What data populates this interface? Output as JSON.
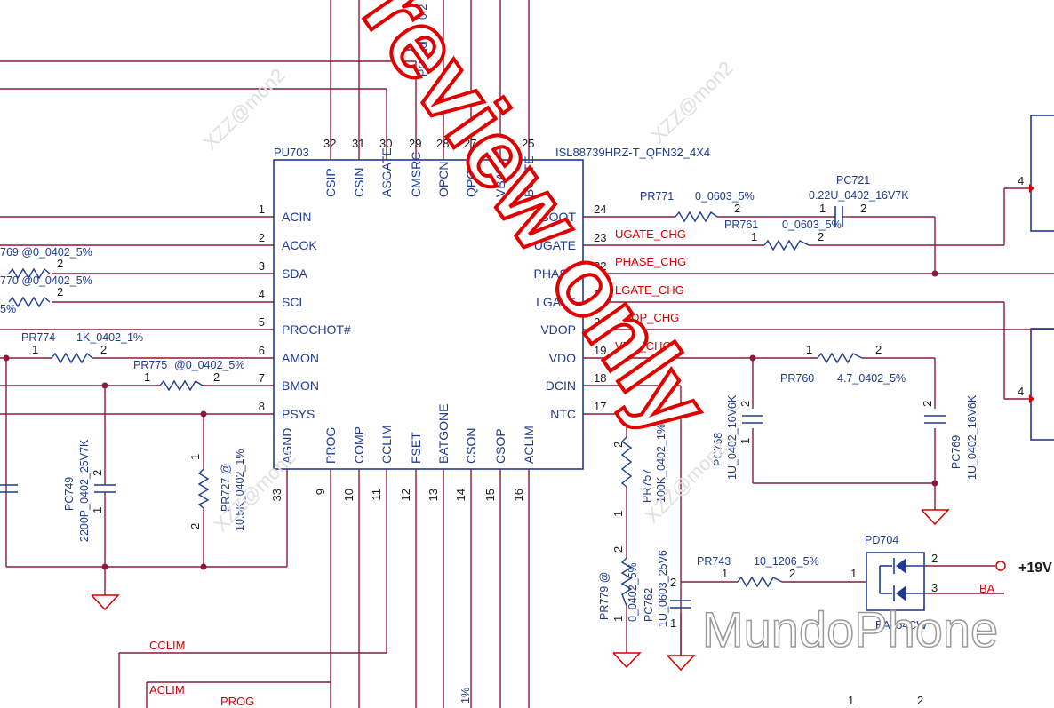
{
  "ic": {
    "ref": "PU703",
    "part": "ISL88739HRZ-T_QFN32_4X4",
    "top_pins": [
      {
        "num": "32",
        "name": "CSIP"
      },
      {
        "num": "31",
        "name": "CSIN"
      },
      {
        "num": "30",
        "name": "ASGATE"
      },
      {
        "num": "29",
        "name": "CMSRC"
      },
      {
        "num": "28",
        "name": "OPCN"
      },
      {
        "num": "27",
        "name": "QPCP"
      },
      {
        "num": "26",
        "name": "VBAT"
      },
      {
        "num": "25",
        "name": "BGATE"
      }
    ],
    "left_pins": [
      {
        "num": "1",
        "name": "ACIN"
      },
      {
        "num": "2",
        "name": "ACOK"
      },
      {
        "num": "3",
        "name": "SDA"
      },
      {
        "num": "4",
        "name": "SCL"
      },
      {
        "num": "5",
        "name": "PROCHOT#"
      },
      {
        "num": "6",
        "name": "AMON"
      },
      {
        "num": "7",
        "name": "BMON"
      },
      {
        "num": "8",
        "name": "PSYS"
      }
    ],
    "right_pins": [
      {
        "num": "24",
        "name": "BOOT"
      },
      {
        "num": "23",
        "name": "UGATE"
      },
      {
        "num": "22",
        "name": "PHASE"
      },
      {
        "num": "21",
        "name": "LGATE"
      },
      {
        "num": "20",
        "name": "VDOP"
      },
      {
        "num": "19",
        "name": "VDO"
      },
      {
        "num": "18",
        "name": "DCIN"
      },
      {
        "num": "17",
        "name": "NTC"
      }
    ],
    "bottom_pins": [
      {
        "num": "33",
        "name": "AGND"
      },
      {
        "num": "9",
        "name": "PROG"
      },
      {
        "num": "10",
        "name": "COMP"
      },
      {
        "num": "11",
        "name": "CCLIM"
      },
      {
        "num": "12",
        "name": "FSET"
      },
      {
        "num": "13",
        "name": "BATGONE"
      },
      {
        "num": "14",
        "name": "CSON"
      },
      {
        "num": "15",
        "name": "CSOP"
      },
      {
        "num": "16",
        "name": "ACLIM"
      }
    ]
  },
  "nets": {
    "ugate": "UGATE_CHG",
    "phase": "PHASE_CHG",
    "lgate": "LGATE_CHG",
    "vddp": "VDDP_CHG",
    "vdd": "VDD_CHG",
    "cclim": "CCLIM",
    "aclim": "ACLIM",
    "prog": "PROG",
    "v19": "+19V",
    "ba": "BA"
  },
  "components": {
    "pr769": {
      "ref": "769",
      "value": "@0_0402_5%"
    },
    "pr770": {
      "ref": "770",
      "value": "@0_0402_5%"
    },
    "frag5": "5%",
    "pr774": {
      "ref": "PR774",
      "value": "1K_0402_1%"
    },
    "pr775": {
      "ref": "PR775",
      "value": "@0_0402_5%"
    },
    "pc749": {
      "ref": "PC749",
      "value": "2200P_0402_25V7K"
    },
    "pr727": {
      "ref": "PR727 @",
      "value": "10.5K_0402_1%"
    },
    "pc750": {
      "ref": "PC750",
      "value": "0.2"
    },
    "pr771": {
      "ref": "PR771",
      "value": "0_0603_5%"
    },
    "pr761": {
      "ref": "PR761",
      "value": "0_0603_5%"
    },
    "pc721": {
      "ref": "PC721",
      "value": "0.22U_0402_16V7K"
    },
    "pr760": {
      "ref": "PR760",
      "value": "4.7_0402_5%"
    },
    "pc768": {
      "ref": "PC768",
      "value": "1U_0402_16V6K"
    },
    "pc769": {
      "ref": "PC769",
      "value": "1U_0402_16V6K"
    },
    "pr757": {
      "ref": "PR757",
      "value": "100K_0402_1%"
    },
    "pr779": {
      "ref": "PR779 @",
      "value": "0_0402_5%"
    },
    "pc762": {
      "ref": "PC762",
      "value": "1U_0603_25V6"
    },
    "pr743": {
      "ref": "PR743",
      "value": "10_1206_5%"
    },
    "pd704": {
      "ref": "PD704"
    },
    "pd704_part": "BAT54CW",
    "frag1pct": "1%"
  },
  "watermarks": {
    "review": "review only",
    "xzz": "XZZ@mon2",
    "mundo": "MundoPhone"
  },
  "colors": {
    "wire": "#8b1a3a",
    "component": "#1f3a93",
    "net_label": "#d40000",
    "stamp": "#e00000"
  }
}
